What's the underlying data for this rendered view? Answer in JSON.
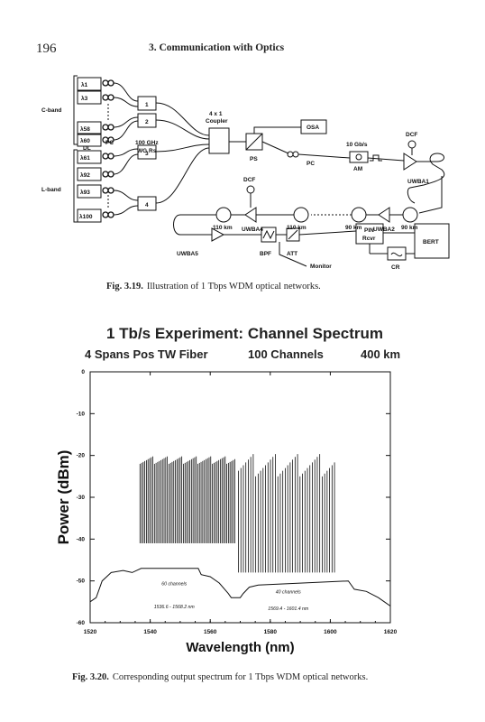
{
  "header": {
    "page_number": "196",
    "running_title": "3.  Communication with Optics"
  },
  "figure1": {
    "caption_label": "Fig. 3.19.",
    "caption_text": "Illustration of 1 Tbps WDM optical networks.",
    "labels": {
      "c_band": "C-band",
      "l_band": "L-band",
      "lambda1": "λ1",
      "lambda3": "λ3",
      "lambda58": "λ58",
      "lambda60": "λ60",
      "lambda61": "λ61",
      "lambda92": "λ92",
      "lambda93": "λ93",
      "lambda100": "λ100",
      "dl": "DL",
      "pc": "PC",
      "wg": "100 GHz",
      "wg2": "WG Rs",
      "coupler1": "4 x 1",
      "coupler2": "Coupler",
      "osa": "OSA",
      "ps": "PS",
      "pc2": "PC",
      "gbps": "10 Gb/s",
      "am": "AM",
      "dcf1": "DCF",
      "uwba1": "UWBA1",
      "dcf2": "DCF",
      "km110a": "110 km",
      "uwba4": "UWBA4",
      "km110b": "110 km",
      "km90a": "90 km",
      "uwba2": "UWBA2",
      "km90b": "90 km",
      "pin": "PIN",
      "rcvr": "Rcvr",
      "bert": "BERT",
      "cr": "CR",
      "uwba5": "UWBA5",
      "bpf": "BPF",
      "att": "ATT",
      "monitor": "Monitor",
      "mux1": "1",
      "mux2": "2",
      "mux3": "3",
      "mux4": "4"
    }
  },
  "figure2": {
    "caption_label": "Fig. 3.20.",
    "caption_text": "Corresponding output spectrum for 1 Tbps WDM optical networks.",
    "title": "1 Tb/s Experiment: Channel Spectrum",
    "subtitle_left": "4 Spans Pos TW Fiber",
    "subtitle_mid": "100 Channels",
    "subtitle_right": "400 km"
  },
  "chart_data": {
    "type": "line",
    "xlabel": "Wavelength (nm)",
    "ylabel": "Power (dBm)",
    "xlim": [
      1520,
      1620
    ],
    "ylim": [
      -60,
      0
    ],
    "x_ticks": [
      "1520",
      "1540",
      "1560",
      "1580",
      "1600",
      "1620"
    ],
    "y_ticks": [
      "0",
      "-10",
      "-20",
      "-30",
      "-40",
      "-50",
      "-60"
    ],
    "annotations": [
      {
        "text": "60 channels",
        "x": 1548,
        "y": -51
      },
      {
        "text": "1536.6 - 1568.2 nm",
        "x": 1548,
        "y": -56.5
      },
      {
        "text": "40 channels",
        "x": 1586,
        "y": -53
      },
      {
        "text": "1569.4 - 1601.4 nm",
        "x": 1586,
        "y": -57
      }
    ],
    "series": [
      {
        "band": "C",
        "channels": 60,
        "x_range": [
          1536.6,
          1568.2
        ],
        "peak_top": -20,
        "peak_level": -22,
        "floor": -41
      },
      {
        "band": "L",
        "channels": 40,
        "x_range": [
          1569.4,
          1601.4
        ],
        "peak_top": -19,
        "peak_level": -25,
        "floor": -48
      }
    ],
    "noise_floor": [
      [
        1520,
        -55
      ],
      [
        1522,
        -54
      ],
      [
        1524,
        -50
      ],
      [
        1527,
        -48
      ],
      [
        1531,
        -47.5
      ],
      [
        1534,
        -48
      ],
      [
        1537,
        -47
      ],
      [
        1556,
        -47
      ],
      [
        1557,
        -48.5
      ],
      [
        1560,
        -49
      ],
      [
        1563,
        -50.5
      ],
      [
        1566,
        -53
      ],
      [
        1567,
        -54
      ],
      [
        1570,
        -54
      ],
      [
        1571,
        -53
      ],
      [
        1573,
        -51.5
      ],
      [
        1576,
        -51
      ],
      [
        1606,
        -50
      ],
      [
        1608,
        -52
      ],
      [
        1612,
        -52.5
      ],
      [
        1616,
        -54
      ],
      [
        1618,
        -55
      ],
      [
        1620,
        -56
      ]
    ]
  }
}
